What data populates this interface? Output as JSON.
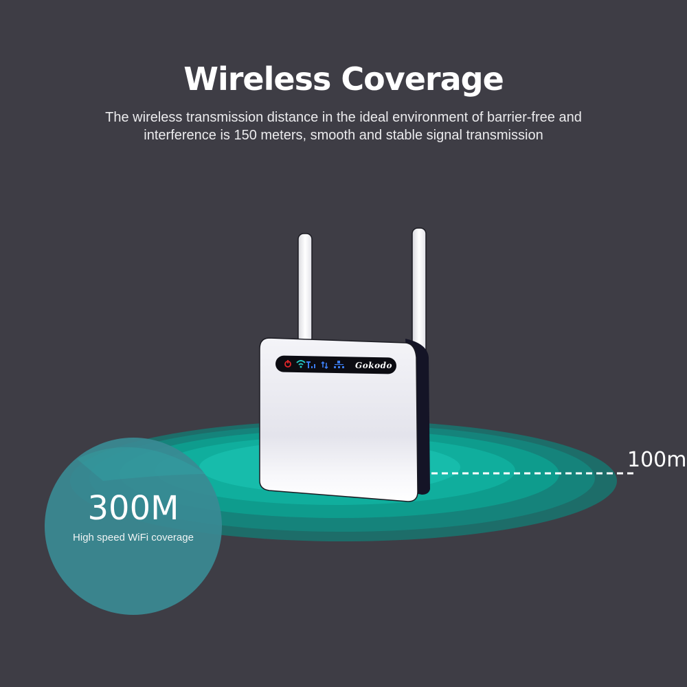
{
  "header": {
    "title": "Wireless Coverage",
    "subtitle": "The wireless transmission distance in the ideal environment of barrier-free and interference is 150 meters, smooth and stable signal transmission"
  },
  "coverage": {
    "distance_label": "100m",
    "ring_colors": [
      "#1e6f6a",
      "#16887e",
      "#0fa393",
      "#13b5a5",
      "#1ec6b8"
    ]
  },
  "badge": {
    "speed": "300M",
    "caption": "High speed WiFi coverage",
    "color": "#3a8a94"
  },
  "device": {
    "brand": "Gokodo",
    "indicators": [
      {
        "name": "power",
        "color": "#e3262a"
      },
      {
        "name": "wifi",
        "color": "#25c7c2"
      },
      {
        "name": "signal",
        "color": "#3b7cf0"
      },
      {
        "name": "data",
        "color": "#3b7cf0"
      },
      {
        "name": "lan",
        "color": "#3b7cf0"
      }
    ]
  },
  "colors": {
    "background": "#3e3d45",
    "text": "#ffffff"
  }
}
